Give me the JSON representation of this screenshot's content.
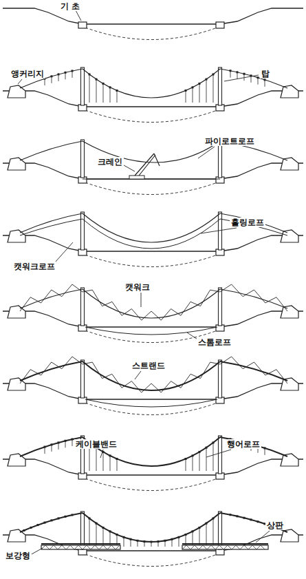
{
  "diagram": {
    "labels": [
      "기 초",
      "앵커리지",
      "탑",
      "크레인",
      "파이로트로프",
      "홀링로프",
      "캣워크로프",
      "캣워크",
      "스톰로프",
      "스트랜드",
      "케이블밴드",
      "행어로프",
      "상판",
      "보강형"
    ]
  }
}
